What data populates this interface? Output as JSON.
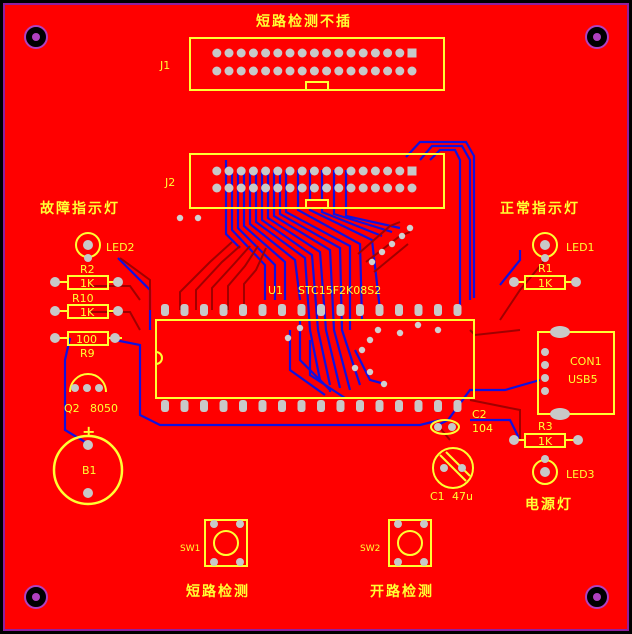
{
  "board": {
    "title": "短路检测不插",
    "colors": {
      "copper_top": "#ff0000",
      "copper_bottom": "#1010e0",
      "silkscreen": "#ffff33",
      "pad": "#c8c8c8",
      "hole": "#808080",
      "outline": "#9020a0",
      "background": "#000000"
    }
  },
  "labels": {
    "fault_led": "故障指示灯",
    "normal_led": "正常指示灯",
    "power_led": "电源灯",
    "short_detect": "短路检测",
    "open_detect": "开路检测"
  },
  "refs": {
    "j1": "J1",
    "j2": "J2",
    "u1": "U1",
    "u1_part": "STC15F2K08S2",
    "led1": "LED1",
    "led2": "LED2",
    "led3": "LED3",
    "r1": "R1",
    "r1_val": "1K",
    "r2": "R2",
    "r2_val": "1K",
    "r3": "R3",
    "r3_val": "1K",
    "r9": "R9",
    "r9_val": "100",
    "r10": "R10",
    "r10_val": "1K",
    "q2": "Q2",
    "q2_part": "8050",
    "b1": "B1",
    "b1_plus": "+",
    "c1": "C1",
    "c1_val": "47u",
    "c2": "C2",
    "c2_val": "104",
    "con1": "CON1",
    "con1_part": "USB5",
    "sw1": "SW1",
    "sw2": "SW2"
  }
}
